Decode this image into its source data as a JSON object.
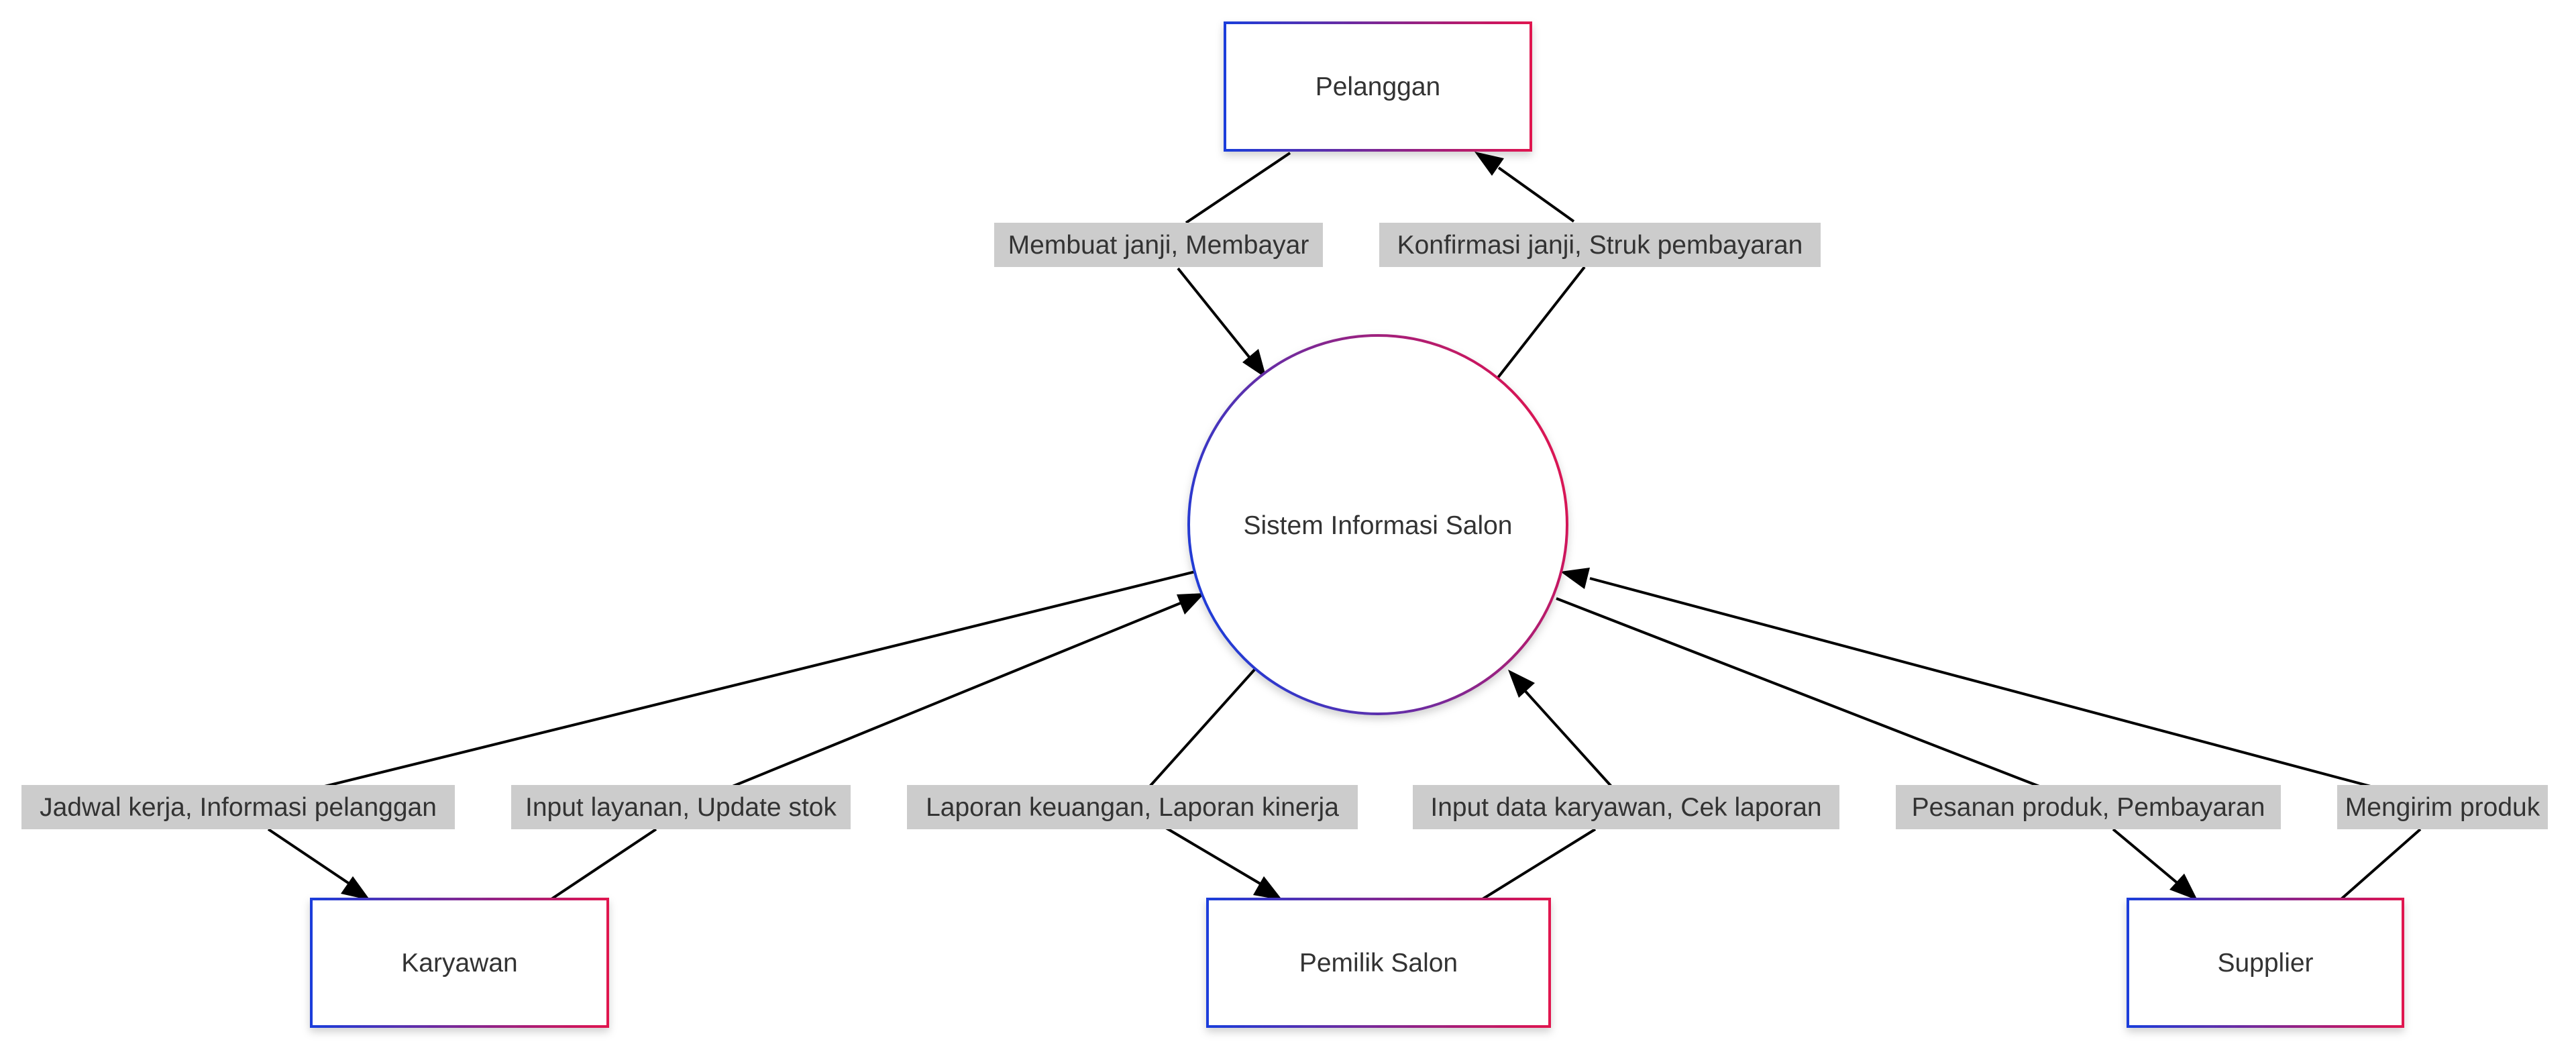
{
  "nodes": {
    "pelanggan": "Pelanggan",
    "sistem": "Sistem Informasi Salon",
    "karyawan": "Karyawan",
    "pemilik": "Pemilik Salon",
    "supplier": "Supplier"
  },
  "edges": {
    "pelanggan_to_sistem": "Membuat janji, Membayar",
    "sistem_to_pelanggan": "Konfirmasi janji, Struk pembayaran",
    "sistem_to_karyawan": "Jadwal kerja, Informasi pelanggan",
    "karyawan_to_sistem": "Input layanan, Update stok",
    "sistem_to_pemilik": "Laporan keuangan, Laporan kinerja",
    "pemilik_to_sistem": "Input data karyawan, Cek laporan",
    "sistem_to_supplier": "Pesanan produk, Pembayaran",
    "supplier_to_sistem": "Mengirim produk"
  },
  "colors": {
    "gradient_start": "#1a3ddb",
    "gradient_end": "#e0134f",
    "edge": "#000000",
    "label_background": "#cccccc",
    "text": "#333333"
  }
}
